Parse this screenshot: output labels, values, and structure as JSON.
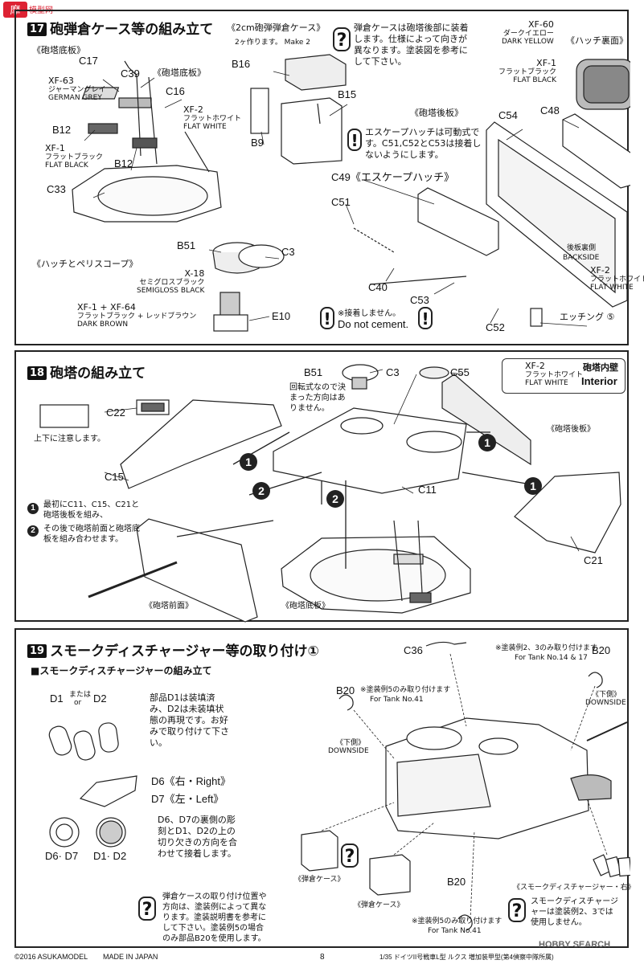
{
  "watermark": {
    "line1": "摩",
    "line2": "模型网"
  },
  "section17": {
    "title": "砲弾倉ケース等の組み立て",
    "turret_floor_label": "《砲塔底板》",
    "turret_floor_label2": "《砲塔底板》",
    "parts": {
      "c17": "C17",
      "c39": "C39",
      "c16": "C16",
      "b12a": "B12",
      "b12b": "B12",
      "c33": "C33",
      "b51": "B51",
      "c3": "C3",
      "e10": "E10",
      "b16": "B16",
      "b15": "B15",
      "b9": "B9",
      "c54": "C54",
      "c48": "C48",
      "c49": "C49《エスケープハッチ》",
      "c51": "C51",
      "c40": "C40",
      "c53": "C53",
      "c52": "C52"
    },
    "xf63": {
      "code": "XF-63",
      "jp": "ジャーマングレイ",
      "en": "GERMAN GREY"
    },
    "xf1a": {
      "code": "XF-1",
      "jp": "フラットブラック",
      "en": "FLAT BLACK"
    },
    "xf2a": {
      "code": "XF-2",
      "jp": "フラットホワイト",
      "en": "FLAT WHITE"
    },
    "ammo_title": "《2cm砲弾弾倉ケース》",
    "ammo_make": "2ヶ作ります。 Make 2",
    "ammo_note": "弾倉ケースは砲塔後部に装着します。仕様によって向きが異なります。塗装図を参考にして下さい。",
    "hatch_title": "《ハッチとペリスコープ》",
    "x18": {
      "code": "X-18",
      "jp": "セミグロスブラック",
      "en": "SEMIGLOSS BLACK"
    },
    "xf1_64": {
      "code": "XF-1 + XF-64",
      "jp": "フラットブラック + レッドブラウン",
      "en": "DARK BROWN"
    },
    "hatch_back_title": "《ハッチ裏面》",
    "xf60": {
      "code": "XF-60",
      "jp": "ダークイエロー",
      "en": "DARK YELLOW"
    },
    "xf1b": {
      "code": "XF-1",
      "jp": "フラットブラック",
      "en": "FLAT BLACK"
    },
    "rear_plate_title": "《砲塔後板》",
    "escape_note": "エスケープハッチは可動式です。C51,C52とC53は接着しないようにします。",
    "backside_jp": "後板裏側",
    "backside_en": "BACKSIDE",
    "xf2b": {
      "code": "XF-2",
      "jp": "フラットホワイト",
      "en": "FLAT WHITE"
    },
    "no_cement_jp": "※接着しません。",
    "no_cement_en": "Do not cement.",
    "etching": "エッチング ⑤"
  },
  "section18": {
    "num": "18",
    "title": "砲塔の組み立て",
    "interior": {
      "code": "XF-2",
      "jp": "フラットホワイト",
      "en": "FLAT WHITE",
      "label_jp": "砲塔内壁",
      "label_en": "Interior"
    },
    "parts": {
      "b51": "B51",
      "c3": "C3",
      "c55": "C55",
      "c22": "C22",
      "c15": "C15",
      "c11": "C11",
      "c21": "C21"
    },
    "rotate_note": "回転式なので決まった方向はありません。",
    "updown_note": "上下に注意します。",
    "rear_plate": "《砲塔後板》",
    "step1_note": "最初にC11、C15、C21と砲塔後板を組み、",
    "step2_note": "その後で砲塔前面と砲塔底板を組み合わせます。",
    "front_label": "《砲塔前面》",
    "floor_label": "《砲塔底板》",
    "step_nums": {
      "one": "1",
      "two": "2"
    }
  },
  "section19": {
    "num": "19",
    "title": "スモークディスチャージャー等の取り付け①",
    "sub_title": "■スモークディスチャージャーの組み立て",
    "d1": "D1",
    "or_jp": "または",
    "or_en": "or",
    "d2": "D2",
    "d1_note": "部品D1は装填済み、D2は未装填状態の再現です。お好みで取り付けて下さい。",
    "d6": "D6《右・Right》",
    "d7": "D7《左・Left》",
    "d6d7_note": "D6、D7の裏側の彫刻とD1、D2の上の切り欠きの方向を合わせて接着します。",
    "d6_d7": "D6· D7",
    "d1_d2": "D1· D2",
    "c36": "C36",
    "b20a": "B20",
    "b20a_note_jp": "※塗装例2、3のみ取り付けます",
    "b20a_note_en": "For Tank No.14 & 17",
    "downside_jp_a": "《下側》",
    "downside_en_a": "DOWNSIDE",
    "b20b": "B20",
    "b20b_note_jp": "※塗装例5のみ取り付けます",
    "b20b_note_en": "For Tank No.41",
    "downside_jp_b": "《下側》",
    "downside_en_b": "DOWNSIDE",
    "ammo_case_a": "《弾倉ケース》",
    "ammo_case_b": "《弾倉ケース》",
    "b20c": "B20",
    "b20c_note_jp": "※塗装例5のみ取り付けます",
    "b20c_note_en": "For Tank No.41",
    "smoke_right": "《スモークディスチャージャー・右》",
    "ammo_pos_note": "弾倉ケースの取り付け位置や方向は、塗装例によって異なります。塗装説明書を参考にして下さい。塗装例5の場合のみ部品B20を使用します。",
    "smoke_note": "スモークディスチャージャーは塗装例2、3では使用しません。"
  },
  "footer": {
    "copyright": "©2016 ASUKAMODEL",
    "made_in": "MADE IN JAPAN",
    "page": "8",
    "product": "1/35 ドイツII号戦車L型 ルクス 増加装甲型(第4偵察中隊所属)",
    "site": "HOBBY SEARCH"
  }
}
